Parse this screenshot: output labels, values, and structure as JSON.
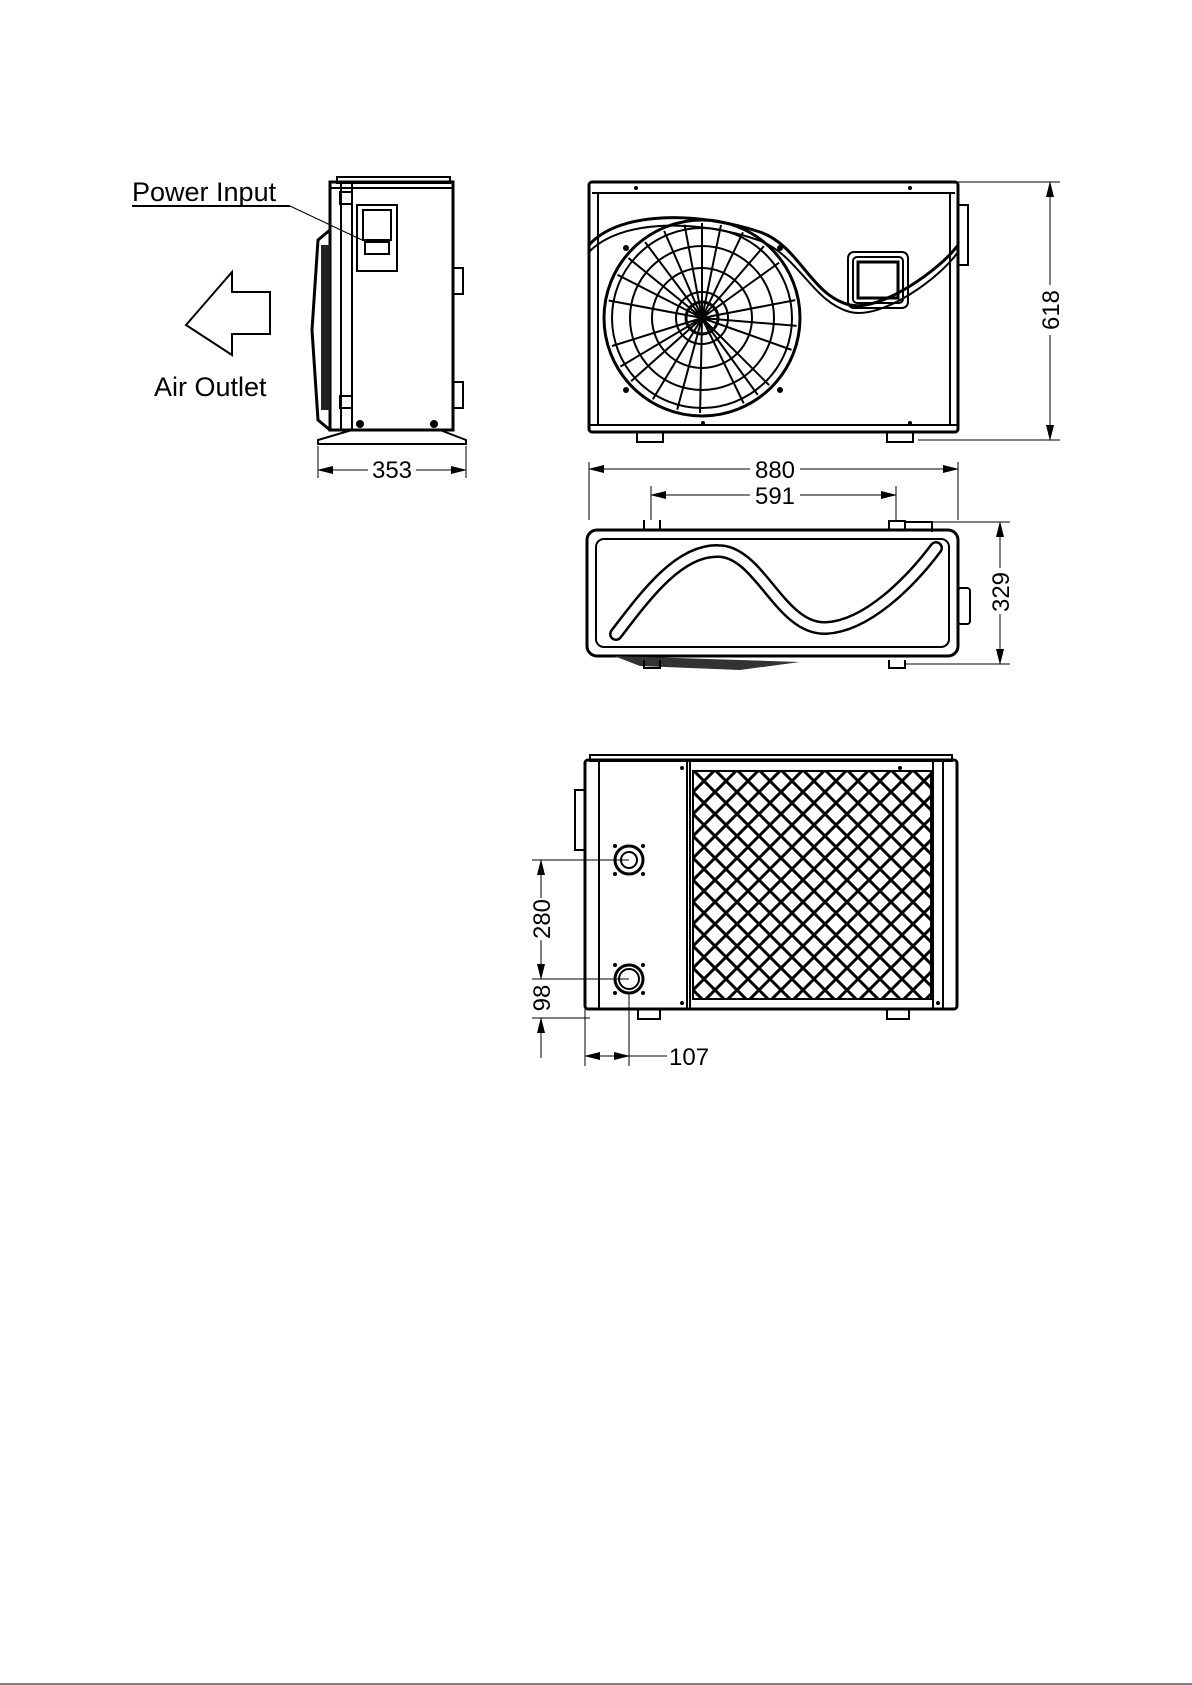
{
  "labels": {
    "power_input": "Power Input",
    "air_outlet": "Air Outlet"
  },
  "dimensions": {
    "side_depth": "353",
    "overall_width": "880",
    "foot_spacing": "591",
    "height": "618",
    "top_depth": "329",
    "outlet_spacing": "280",
    "inlet_height": "98",
    "pipe_offset": "107"
  }
}
